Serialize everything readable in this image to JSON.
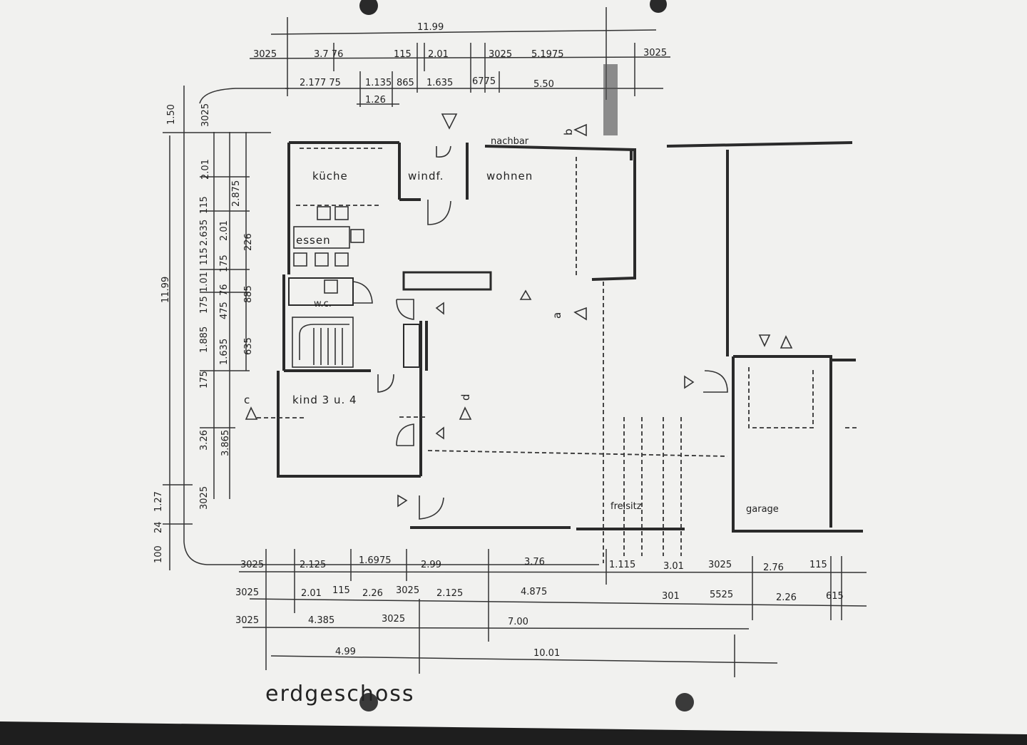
{
  "plan": {
    "title": "erdgeschoss",
    "rooms": {
      "kueche": "küche",
      "windfang": "windf.",
      "wohnen": "wohnen",
      "nachbar": "nachbar",
      "essen": "essen",
      "wc": "w.c.",
      "kind": "kind 3 u. 4",
      "freisitz": "freisitz",
      "garage": "garage"
    },
    "section_marks": {
      "a": "a",
      "b": "b",
      "c": "c",
      "d": "d"
    },
    "dims_top": {
      "overall": "11.99",
      "r1": [
        "3025",
        "3.7 76",
        "115",
        "2.01",
        "3025",
        "5.1975",
        "3025"
      ],
      "r2": [
        "2.177 75",
        "1.135",
        "865",
        "1.635",
        "6775",
        "5.50"
      ],
      "r3": [
        "1.26"
      ]
    },
    "dims_left": {
      "overall": "11.99",
      "c1": [
        "1.50",
        "100",
        "24",
        "1.27"
      ],
      "c2": [
        "3025",
        "2.01",
        "115",
        "2.635",
        "115",
        "1.01",
        "175",
        "1.885",
        "175",
        "3.26",
        "3025"
      ],
      "c3": [
        "2.875",
        "2.01",
        "175",
        "76",
        "475",
        "1.635",
        "3.865"
      ],
      "c4": [
        "226",
        "885",
        "635"
      ]
    },
    "dims_bottom": {
      "r1": [
        "3025",
        "2.125",
        "1.6975",
        "2.99",
        "3.76",
        "1.115",
        "3.01",
        "3025",
        "2.76",
        "115"
      ],
      "r2": [
        "3025",
        "2.01",
        "115",
        "2.26",
        "3025",
        "2.125",
        "4.875",
        "301",
        "5525",
        "2.26",
        "615"
      ],
      "r3": [
        "3025",
        "4.385",
        "3025",
        "7.00"
      ],
      "r4": [
        "4.99",
        "10.01"
      ]
    }
  }
}
